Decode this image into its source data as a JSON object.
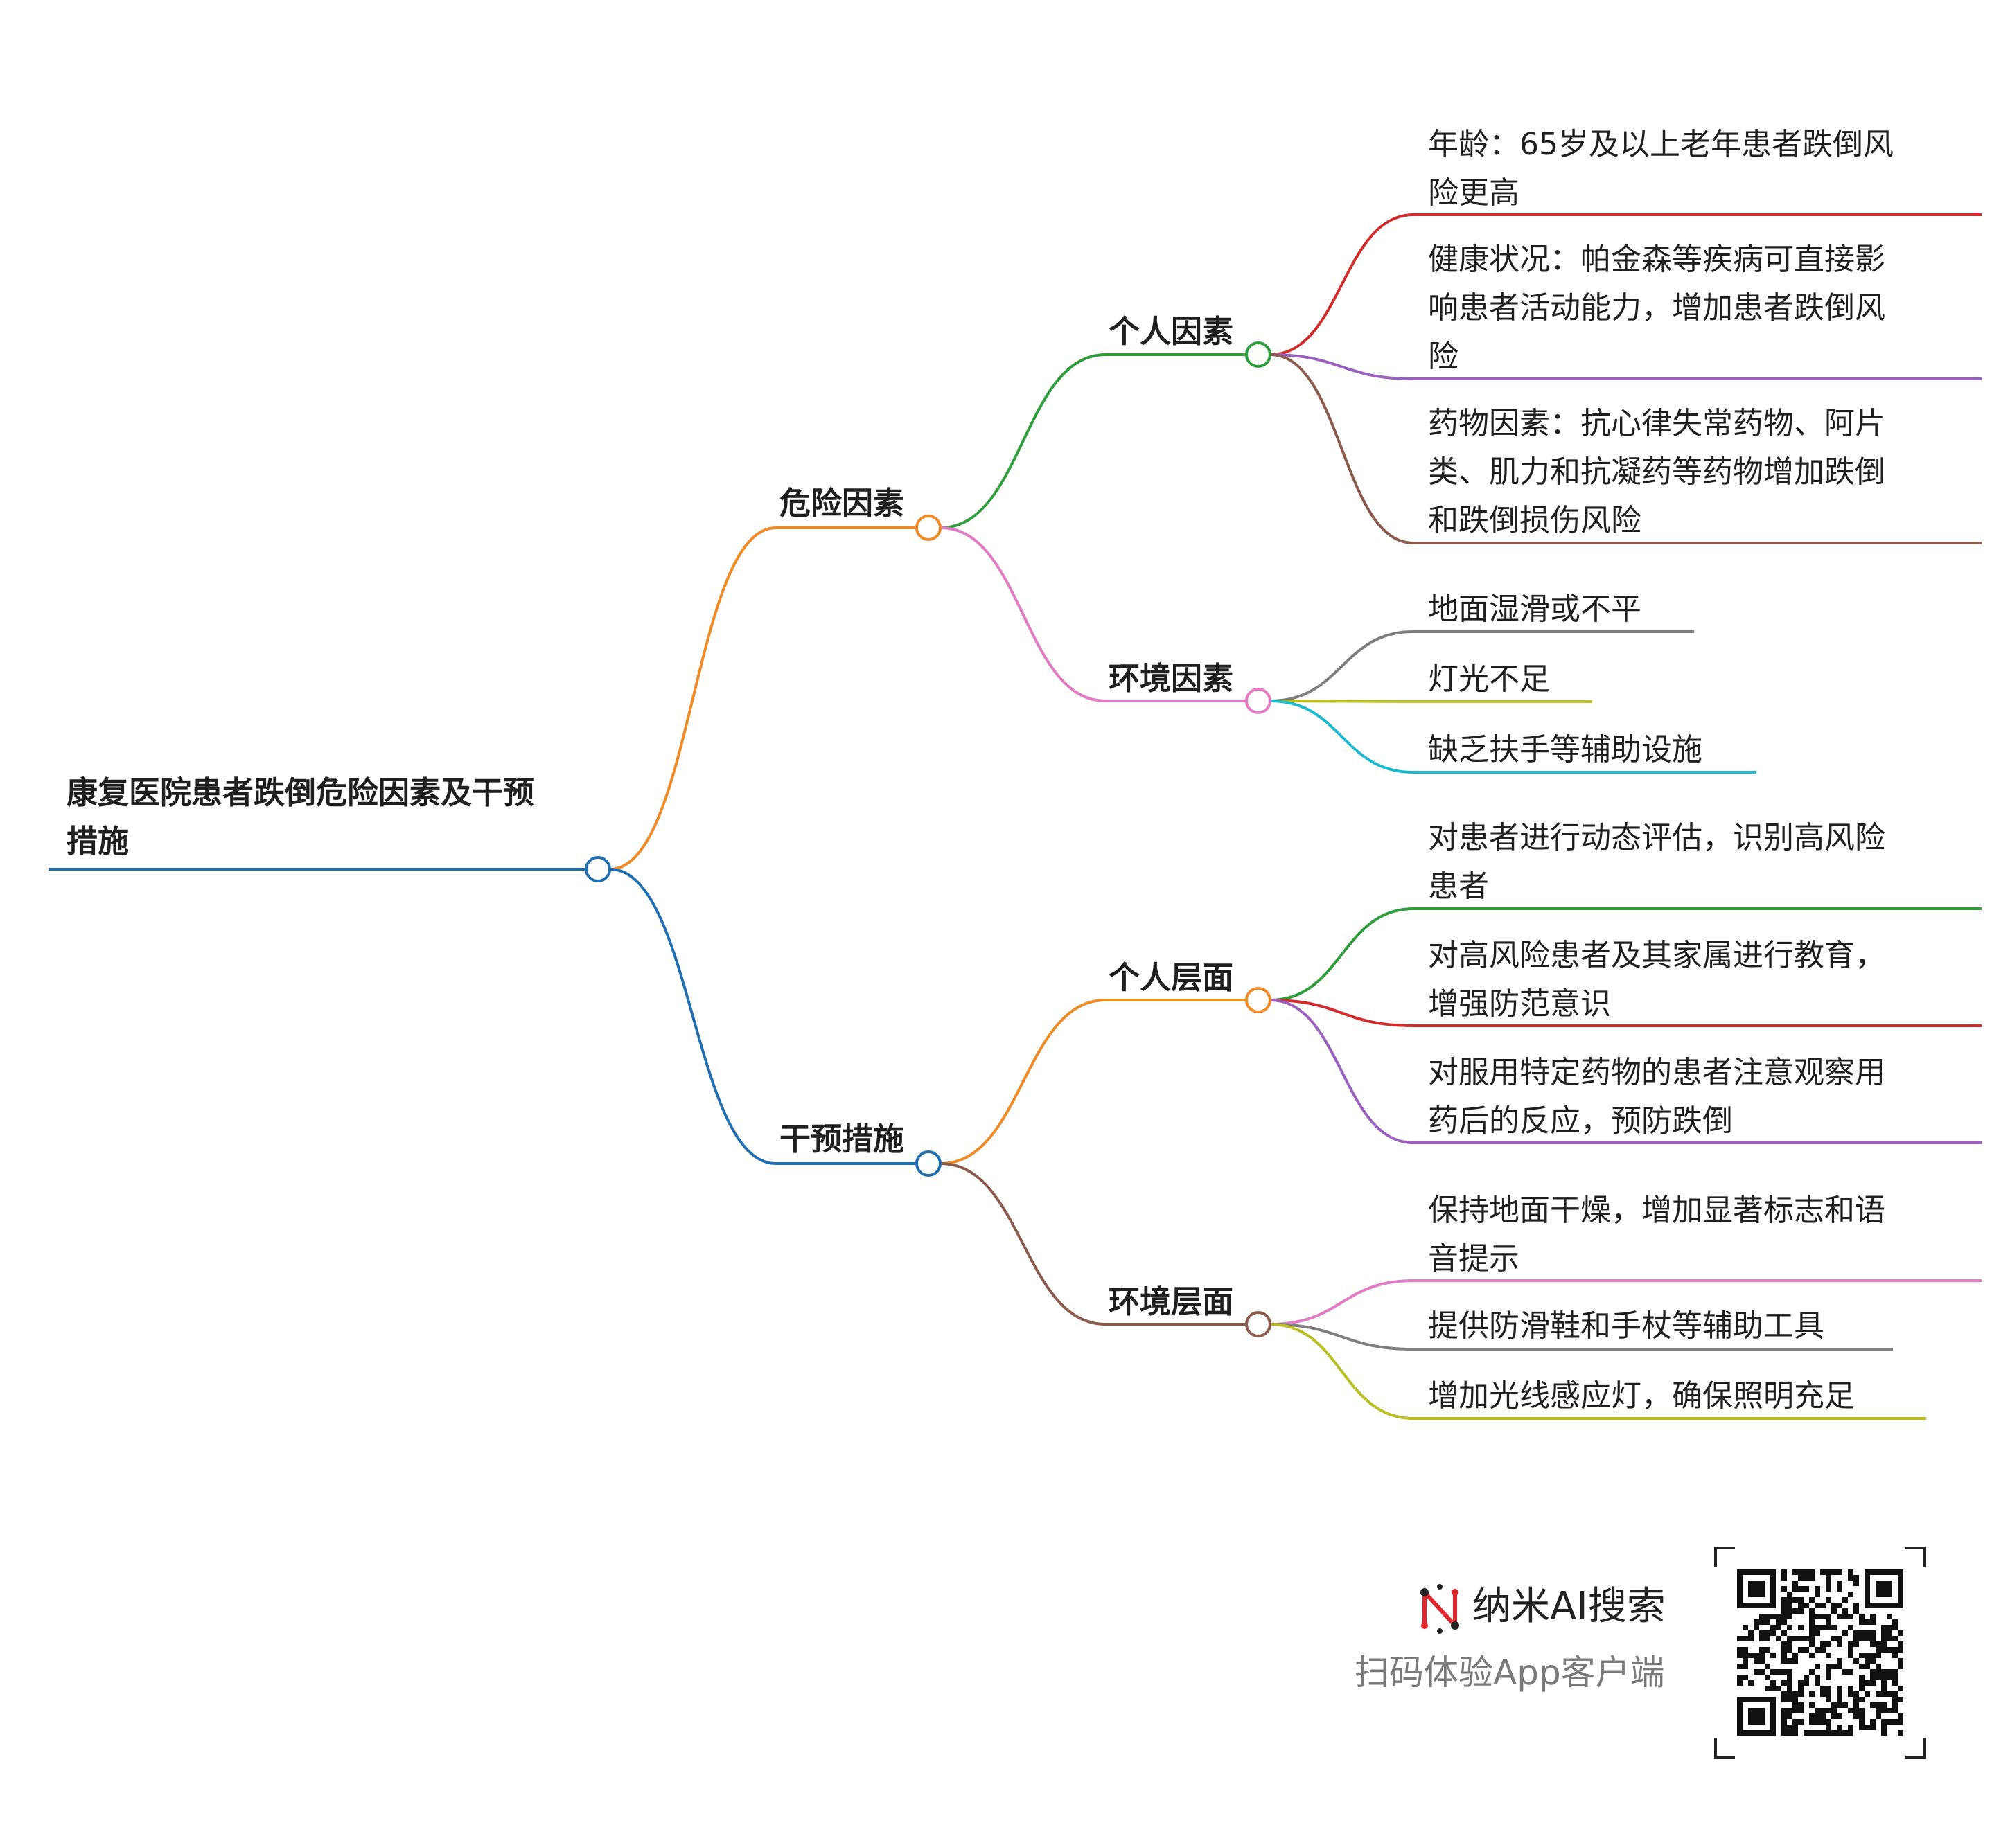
{
  "root": {
    "label": "康复医院患者跌倒危险因素及干预\n措施",
    "color": "#1f6fb2"
  },
  "branches": [
    {
      "label": "危险因素",
      "color": "#f08a24",
      "children": [
        {
          "label": "个人因素",
          "color": "#2e9e3a",
          "leaves": [
            {
              "text": "年龄：65岁及以上老年患者跌倒风\n险更高",
              "color": "#d42a2a"
            },
            {
              "text": "健康状况：帕金森等疾病可直接影\n响患者活动能力，增加患者跌倒风\n险",
              "color": "#9b5fc0"
            },
            {
              "text": "药物因素：抗心律失常药物、阿片\n类、肌力和抗凝药等药物增加跌倒\n和跌倒损伤风险",
              "color": "#8b5a4a"
            }
          ]
        },
        {
          "label": "环境因素",
          "color": "#e37bc4",
          "leaves": [
            {
              "text": "地面湿滑或不平",
              "color": "#7f7f7f"
            },
            {
              "text": "灯光不足",
              "color": "#bcbd22"
            },
            {
              "text": "缺乏扶手等辅助设施",
              "color": "#1ab9cf"
            }
          ]
        }
      ]
    },
    {
      "label": "干预措施",
      "color": "#1f6fb2",
      "children": [
        {
          "label": "个人层面",
          "color": "#f08a24",
          "leaves": [
            {
              "text": "对患者进行动态评估，识别高风险\n患者",
              "color": "#2e9e3a"
            },
            {
              "text": "对高风险患者及其家属进行教育，\n增强防范意识",
              "color": "#d42a2a"
            },
            {
              "text": "对服用特定药物的患者注意观察用\n药后的反应，预防跌倒",
              "color": "#9b5fc0"
            }
          ]
        },
        {
          "label": "环境层面",
          "color": "#8b5a4a",
          "leaves": [
            {
              "text": "保持地面干燥，增加显著标志和语\n音提示",
              "color": "#e37bc4"
            },
            {
              "text": "提供防滑鞋和手杖等辅助工具",
              "color": "#7f7f7f"
            },
            {
              "text": "增加光线感应灯，确保照明充足",
              "color": "#bcbd22"
            }
          ]
        }
      ]
    }
  ],
  "brand": {
    "name": "纳米AI搜索",
    "subtitle": "扫码体验App客户端",
    "accent": "#e3242b"
  }
}
